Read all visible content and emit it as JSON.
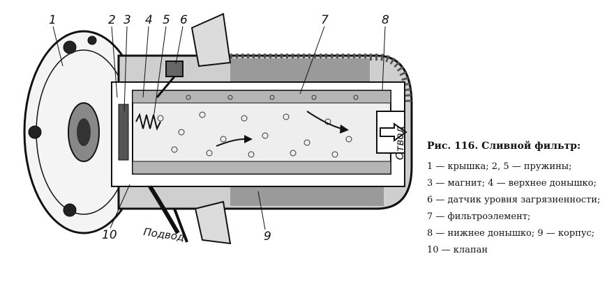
{
  "figure": {
    "callouts": [
      "1",
      "2",
      "3",
      "4",
      "5",
      "6",
      "7",
      "8",
      "9",
      "10"
    ],
    "outlet_label": "Отвод",
    "inlet_label": "Подвод"
  },
  "caption": {
    "title": "Рис. 116. Сливной фильтр:",
    "lines": [
      "1 — крышка; 2, 5 — пружины;",
      "3 — магнит; 4 — верхнее донышко;",
      "6 — датчик уровня загрязненности;",
      "7 — фильтроэлемент;",
      "8 — нижнее донышко; 9 — корпус;",
      "10 — клапан"
    ]
  }
}
